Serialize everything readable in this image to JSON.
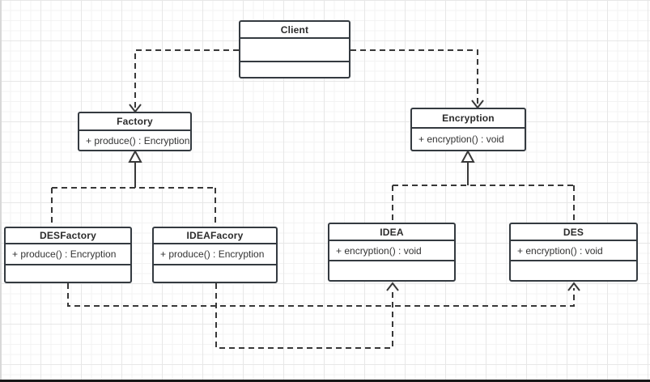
{
  "canvas": {
    "background_color": "#ffffff",
    "grid_fine_color": "#f3f3f3",
    "grid_coarse_color": "#e7e7e7",
    "stroke_color": "#383838",
    "bottom_bar_color": "#191919"
  },
  "classes": [
    {
      "name": "Client",
      "members": [],
      "compartments": 3
    },
    {
      "name": "Factory",
      "members": [
        "+ produce() : Encryption"
      ],
      "compartments": 2
    },
    {
      "name": "Encryption",
      "members": [
        "+ encryption() : void"
      ],
      "compartments": 2
    },
    {
      "name": "DESFactory",
      "members": [
        "+ produce() : Encryption"
      ],
      "compartments": 3
    },
    {
      "name": "IDEAFacory",
      "members": [
        "+ produce() : Encryption"
      ],
      "compartments": 3
    },
    {
      "name": "IDEA",
      "members": [
        "+ encryption() : void"
      ],
      "compartments": 3
    },
    {
      "name": "DES",
      "members": [
        "+ encryption() : void"
      ],
      "compartments": 3
    }
  ],
  "relations": [
    {
      "from": "Client",
      "to": "Factory",
      "type": "dashed-dependency-open-arrow"
    },
    {
      "from": "Client",
      "to": "Encryption",
      "type": "dashed-dependency-open-arrow"
    },
    {
      "from": "DESFactory",
      "to": "Factory",
      "type": "generalization-hollow-triangle"
    },
    {
      "from": "IDEAFacory",
      "to": "Factory",
      "type": "generalization-hollow-triangle"
    },
    {
      "from": "IDEA",
      "to": "Encryption",
      "type": "generalization-hollow-triangle"
    },
    {
      "from": "DES",
      "to": "Encryption",
      "type": "generalization-hollow-triangle"
    },
    {
      "from": "DESFactory",
      "to": "DES",
      "type": "dashed-dependency-open-arrow"
    },
    {
      "from": "IDEAFacory",
      "to": "IDEA",
      "type": "dashed-dependency-open-arrow"
    }
  ]
}
